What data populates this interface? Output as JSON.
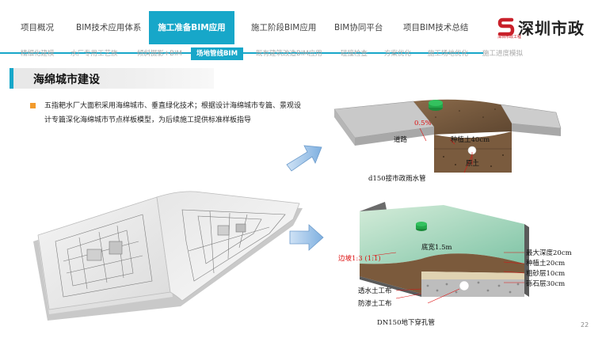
{
  "nav": {
    "tabs": [
      {
        "label": "项目概况"
      },
      {
        "label": "BIM技术应用体系"
      },
      {
        "label": "施工准备BIM应用"
      },
      {
        "label": "施工阶段BIM应用"
      },
      {
        "label": "BIM协同平台"
      },
      {
        "label": "项目BIM技术总结"
      }
    ],
    "active_index": 2
  },
  "logo": {
    "text": "深圳市政",
    "sub": "深圳市政工程"
  },
  "subnav": {
    "items": [
      {
        "label": "精细化建模"
      },
      {
        "label": "水厂专用工艺族"
      },
      {
        "label": "倾斜摄影+BIM"
      },
      {
        "label": "场地管线BIM"
      },
      {
        "label": "既有建筑改造BIM应用"
      },
      {
        "label": "碰撞检查"
      },
      {
        "label": "方案优化"
      },
      {
        "label": "施工场地优化"
      },
      {
        "label": "施工进度模拟"
      }
    ],
    "active_index": 3
  },
  "section": {
    "title": "海绵城市建设"
  },
  "body": {
    "text": "五指耙水厂大面积采用海绵城市、垂直绿化技术；根据设计海绵城市专篇、景观设计专篇深化海绵城市节点样板模型，为后续施工提供标准样板指导"
  },
  "diagram_top": {
    "labels": {
      "slope": "0.5%",
      "road": "道路",
      "soil_layer": "种植土40cm",
      "native_soil": "原土",
      "pipe": "d150接市政雨水管"
    }
  },
  "diagram_bottom": {
    "labels": {
      "bottom_width": "底宽1.5m",
      "slope": "边坡1:3 (1:1)",
      "max_depth": "最大深度20cm",
      "planting": "种植土20cm",
      "coarse_sand": "粗砂层10cm",
      "gravel": "砾石层30cm",
      "permeable": "透水土工布",
      "impermeable": "防渗土工布",
      "pipe": "DN150地下穿孔管"
    }
  },
  "colors": {
    "accent": "#17a7c9",
    "bullet": "#f29b2c",
    "logo_red": "#c9202a"
  },
  "page_number": "22"
}
